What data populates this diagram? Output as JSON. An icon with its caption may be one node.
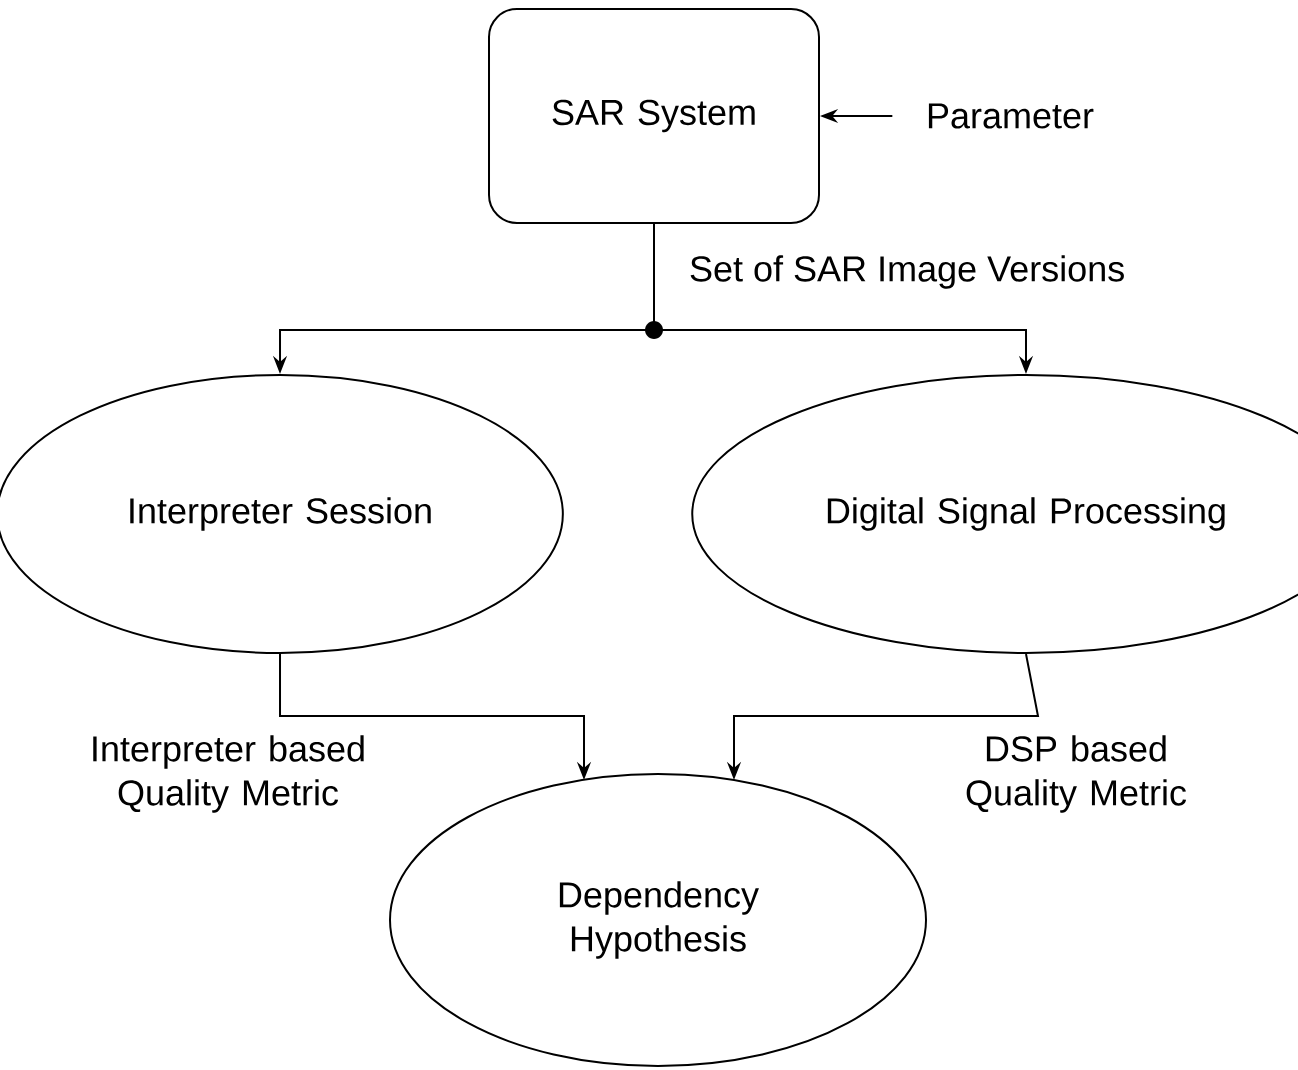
{
  "diagram": {
    "nodes": [
      {
        "text": [
          "SAR System"
        ]
      },
      {
        "text": [
          "Parameter"
        ]
      },
      {
        "text": [
          "Interpreter Session"
        ]
      },
      {
        "text": [
          "Digital Signal Processing"
        ]
      },
      {
        "text": [
          "Dependency Hypothesis"
        ]
      }
    ],
    "edges": [
      {
        "from": 1,
        "to": 0,
        "arrow": "to"
      },
      {
        "from": 0,
        "to": 2,
        "arrow": "to",
        "label": "Set of SAR Image Versions"
      },
      {
        "from": 0,
        "to": 3,
        "arrow": "to"
      },
      {
        "from": 2,
        "to": 4,
        "arrow": "to",
        "label": "Interpreter based Quality Metric"
      },
      {
        "from": 3,
        "to": 4,
        "arrow": "to",
        "label": "DSP based Quality Metric"
      }
    ]
  }
}
